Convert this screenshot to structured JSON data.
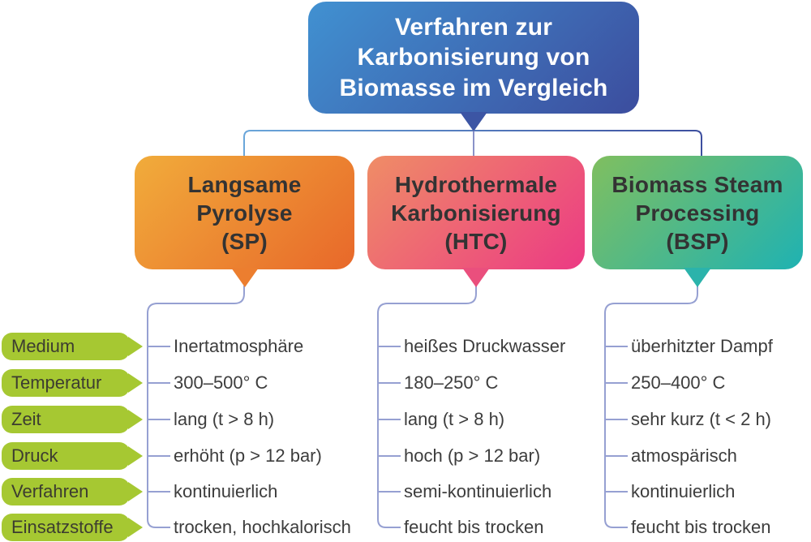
{
  "diagram": {
    "title": "Verfahren zur\nKarbonisierung von\nBiomasse im Vergleich"
  },
  "attributes": [
    "Medium",
    "Temperatur",
    "Zeit",
    "Druck",
    "Verfahren",
    "Einsatzstoffe"
  ],
  "processes": [
    {
      "name": "Langsame\nPyrolyse\n(SP)",
      "gradient_from": "#f1ac3b",
      "gradient_to": "#e8682a",
      "values": [
        "Inertatmosphäre",
        "300–500° C",
        "lang (t > 8 h)",
        "erhöht (p > 12 bar)",
        "kontinuierlich",
        "trocken, hochkalorisch"
      ]
    },
    {
      "name": "Hydrothermale\nKarbonisierung\n(HTC)",
      "gradient_from": "#ef8d66",
      "gradient_to": "#ec3a84",
      "values": [
        "heißes Druckwasser",
        "180–250° C",
        "lang (t > 8 h)",
        "hoch (p > 12 bar)",
        "semi-kontinuierlich",
        "feucht bis trocken"
      ]
    },
    {
      "name": "Biomass Steam\nProcessing\n(BSP)",
      "gradient_from": "#80bf5f",
      "gradient_to": "#1fb2b2",
      "values": [
        "überhitzter Dampf",
        "250–400° C",
        "sehr kurz (t < 2 h)",
        "atmospärisch",
        "kontinuierlich",
        "feucht bis trocken"
      ]
    }
  ],
  "colors": {
    "title_gradient_from": "#4191d1",
    "title_gradient_to": "#3c4d9e",
    "attribute_label_bg": "#a6c832",
    "connector_line": "#96a0d2",
    "title_text": "#ffffff",
    "body_text": "#3d3d3d"
  }
}
